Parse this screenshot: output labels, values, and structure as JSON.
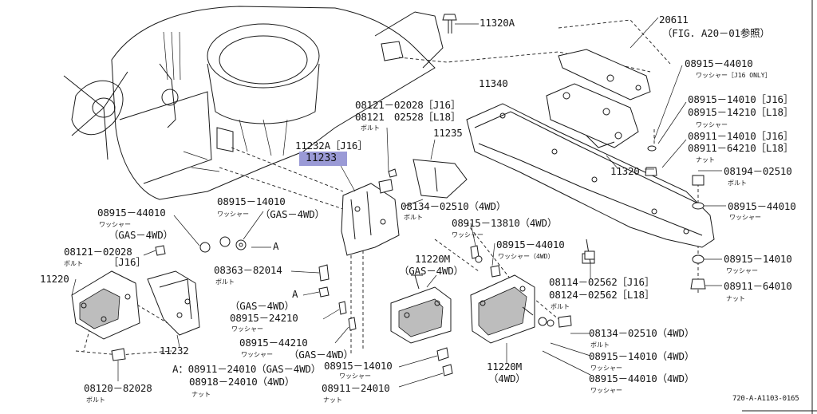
{
  "highlight": "11233",
  "labels": {
    "p11320A": "11320A",
    "p20611": "20611",
    "p20611_ref": "（FIG. A20－01参照）",
    "w44010_top": "08915－44010",
    "w44010_top_jp": "ワッシャー［J16 ONLY］",
    "p11340": "11340",
    "w14010_j16": "08915－14010［J16］",
    "w14210_l18": "08915－14210［L18］",
    "w_jp1": "ワッシャー",
    "n14010_j16": "08911－14010［J16］",
    "n64210_l18": "08911－64210［L18］",
    "nut_jp1": "ナット",
    "b02028": "08121－02028［J16］",
    "b02528": "08121　02528［L18］",
    "bolt_jp1": "ボルト",
    "p11232A": "11232A［J16］",
    "p11235": "11235",
    "p11320": "11320",
    "b02510_top": "08194－02510",
    "bolt_jp2": "ボルト",
    "w44010_r2": "08915－44010",
    "w_jp2": "ワッシャー",
    "w14010_mid": "08915－14010",
    "w_jp3": "ワッシャー",
    "gas4wd_a": "（GAS－4WD）",
    "b02510_4wd": "08134－02510（4WD）",
    "bolt_jp3": "ボルト",
    "w13810": "08915－13810（4WD）",
    "w_jp4": "ワッシャー",
    "w44010_left": "08915－44010",
    "w_jp5": "ワッシャー",
    "gas4wd_b": "（GAS－4WD）",
    "a_label": "A",
    "w44010_mid": "08915－44010",
    "w_jp6": "ワッシャー（4WD）",
    "b02028_left": "08121－02028",
    "bolt_jp4": "ボルト",
    "j16_paren": "［J16］",
    "p11220M_gas": "11220M",
    "gas4wd_c": "（GAS－4WD）",
    "w14010_right": "08915－14010",
    "w_jp7": "ワッシャー",
    "p11220": "11220",
    "b82014": "08363－82014",
    "bolt_jp5": "ボルト",
    "b02562_j16": "08114－02562［J16］",
    "b02562_l18": "08124－02562［L18］",
    "bolt_jp6": "ボルト",
    "n64010": "08911－64010",
    "nut_jp2": "ナット",
    "a_label2": "A",
    "gas4wd_d": "（GAS－4WD）",
    "w24210": "08915－24210",
    "w_jp8": "ワッシャー",
    "w44210": "08915－44210",
    "w_jp9": "ワッシャー",
    "gas4wd_e": "（GAS－4WD）",
    "b02510_4wd2": "08134－02510（4WD）",
    "bolt_jp7": "ボルト",
    "p11232": "11232",
    "w14010_4wd": "08915－14010（4WD）",
    "w_jp10": "ワッシャー",
    "w44010_4wd": "08915－44010（4WD）",
    "w_jp11": "ワッシャー",
    "n24010_gas": "A：08911－24010（GAS－4WD）",
    "n24010_4wd": "08918－24010（4WD）",
    "nut_jp3": "ナット",
    "w14010_bot": "08915－14010",
    "w_jp12": "ワッシャー",
    "n24010_bot": "08911－24010",
    "nut_jp4": "ナット",
    "p11220M_4wd": "11220M",
    "fourwd": "（4WD）",
    "b82028": "08120－82028",
    "bolt_jp8": "ボルト",
    "fig_code": "720-A-A1103-0165"
  }
}
